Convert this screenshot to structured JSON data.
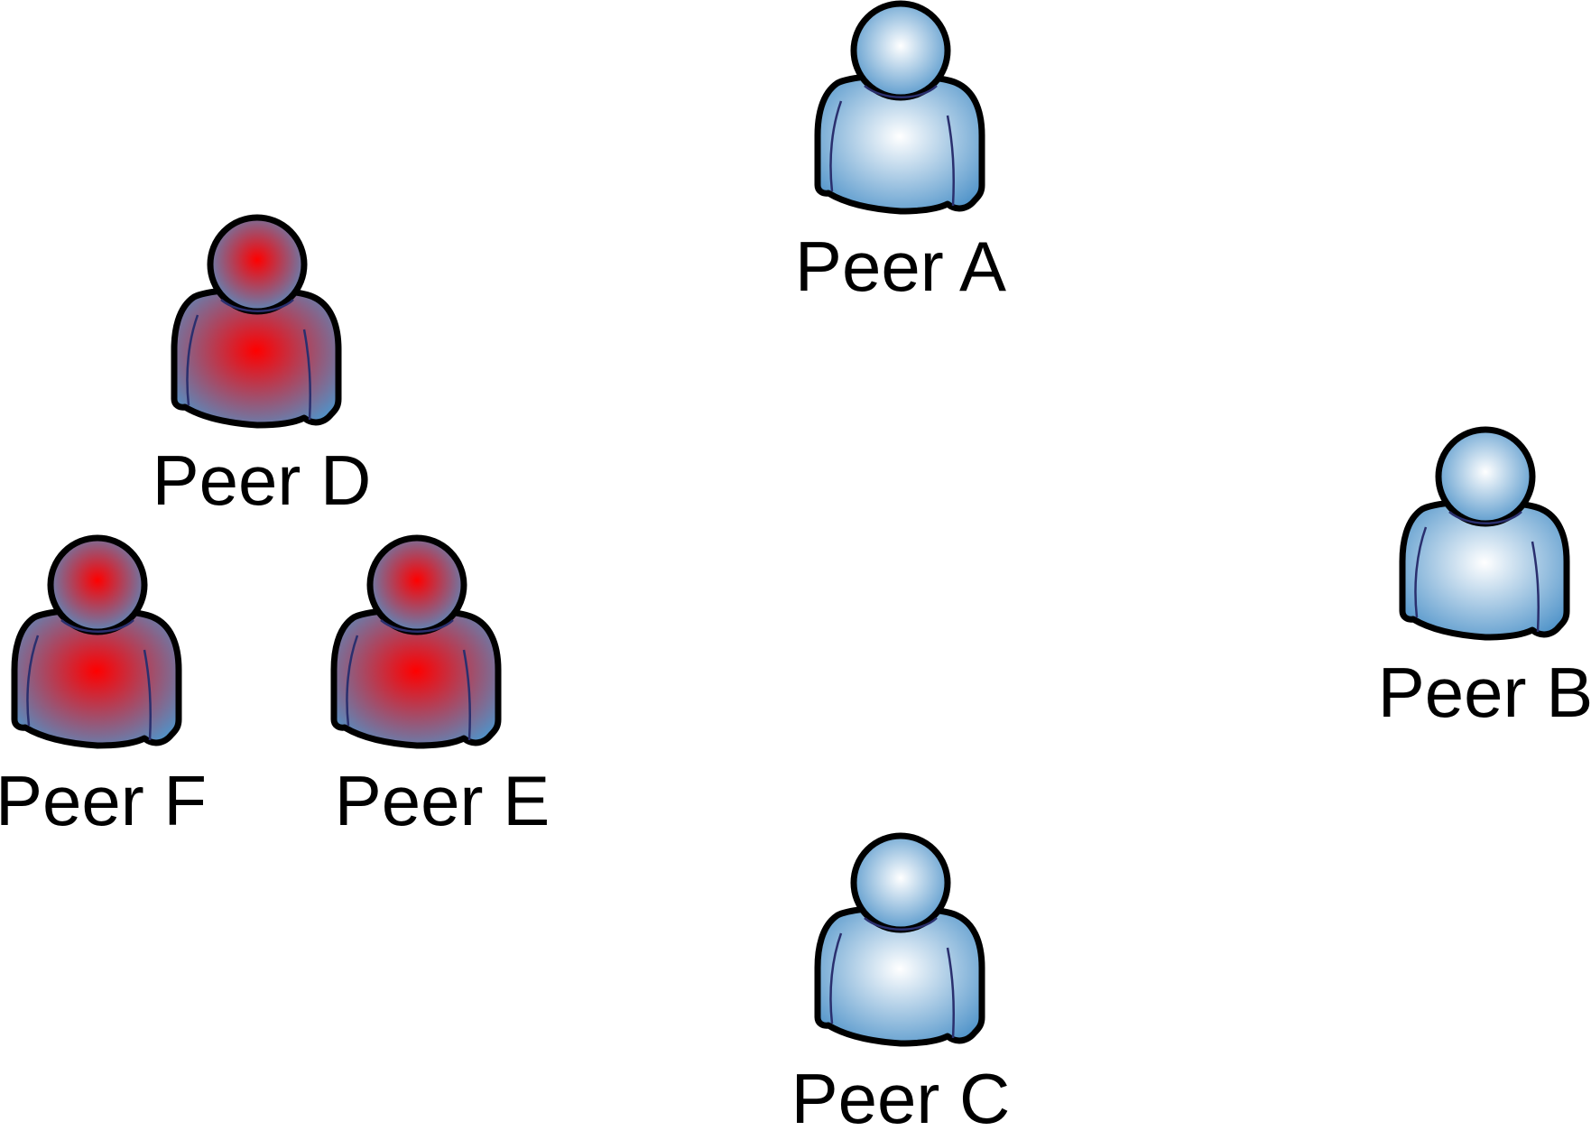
{
  "colors": {
    "background": "#ffffff",
    "outline": "#000000",
    "inner_line": "#2a2f6e",
    "normal_highlight": "#ffffff",
    "normal_base": "#4f93c9",
    "malicious_highlight": "#ff0000",
    "malicious_base": "#4f93c9"
  },
  "icons": {
    "normal": "user-icon",
    "malicious": "user-icon-red"
  },
  "peers": [
    {
      "id": "a",
      "label": "Peer A",
      "kind": "normal"
    },
    {
      "id": "b",
      "label": "Peer B",
      "kind": "normal"
    },
    {
      "id": "c",
      "label": "Peer C",
      "kind": "normal"
    },
    {
      "id": "d",
      "label": "Peer D",
      "kind": "malicious"
    },
    {
      "id": "e",
      "label": "Peer E",
      "kind": "malicious"
    },
    {
      "id": "f",
      "label": "Peer F",
      "kind": "malicious"
    }
  ]
}
